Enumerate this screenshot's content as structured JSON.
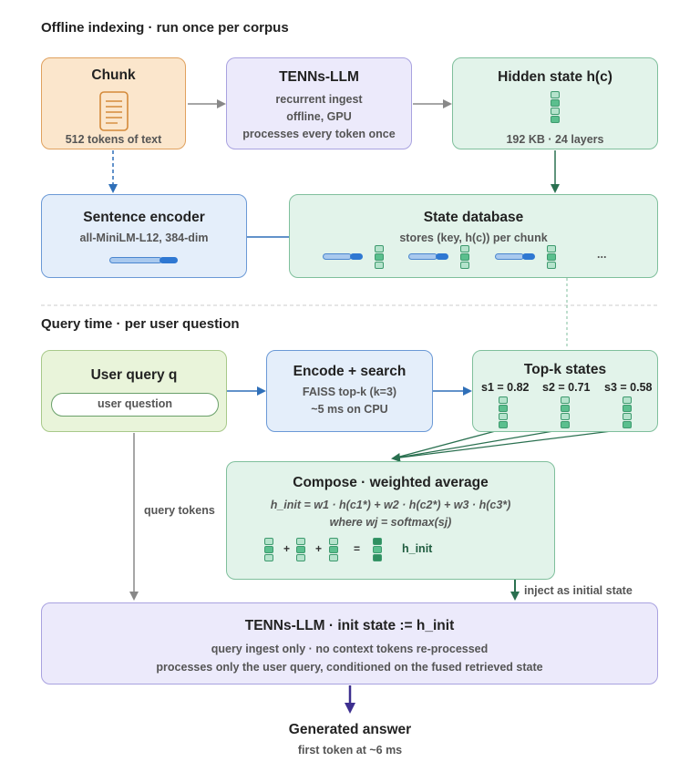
{
  "sections": {
    "offline_title": "Offline indexing · run once per corpus",
    "query_title": "Query time · per user question"
  },
  "chunk": {
    "title": "Chunk",
    "subtitle": "512 tokens of text",
    "icon": "document-icon"
  },
  "tenns_offline": {
    "title": "TENNs-LLM",
    "lines": [
      "recurrent ingest",
      "offline, GPU",
      "processes every token once"
    ]
  },
  "hidden_state": {
    "title": "Hidden state h(c)",
    "subtitle": "192 KB · 24 layers"
  },
  "sentence_encoder": {
    "title": "Sentence encoder",
    "subtitle": "all-MiniLM-L12, 384-dim"
  },
  "state_db": {
    "title": "State database",
    "subtitle": "stores (key, h(c)) per chunk",
    "ellipsis": "..."
  },
  "user_query": {
    "title": "User query q",
    "input_text": "user question"
  },
  "encode_search": {
    "title": "Encode + search",
    "lines": [
      "FAISS top-k (k=3)",
      "~5 ms on CPU"
    ]
  },
  "topk": {
    "title": "Top-k states",
    "scores": [
      "s1 = 0.82",
      "s2 = 0.71",
      "s3 = 0.58"
    ]
  },
  "compose": {
    "title": "Compose · weighted average",
    "formula1": "h_init = w1 · h(c1*) + w2 · h(c2*) + w3 · h(c3*)",
    "formula2": "where wj = softmax(sj)",
    "plus1": "+",
    "plus2": "+",
    "equals": "=",
    "result_label": "h_init"
  },
  "edge_labels": {
    "query_tokens": "query tokens",
    "inject": "inject as initial state"
  },
  "tenns_init": {
    "title": "TENNs-LLM · init state := h_init",
    "line1": "query ingest only · no context tokens re-processed",
    "line2": "processes only the user query, conditioned on the fused retrieved state"
  },
  "answer": {
    "title": "Generated answer",
    "subtitle": "first token at ~6 ms"
  },
  "colors": {
    "orange": "#fbe6cc",
    "purple": "#eceafb",
    "green": "#e2f3ea",
    "blue": "#e4eefa",
    "lime": "#e9f4da",
    "arrow_gray": "#888888",
    "arrow_blue": "#2f6fb8",
    "arrow_green": "#2a7050",
    "arrow_purple": "#3d2f8f"
  }
}
